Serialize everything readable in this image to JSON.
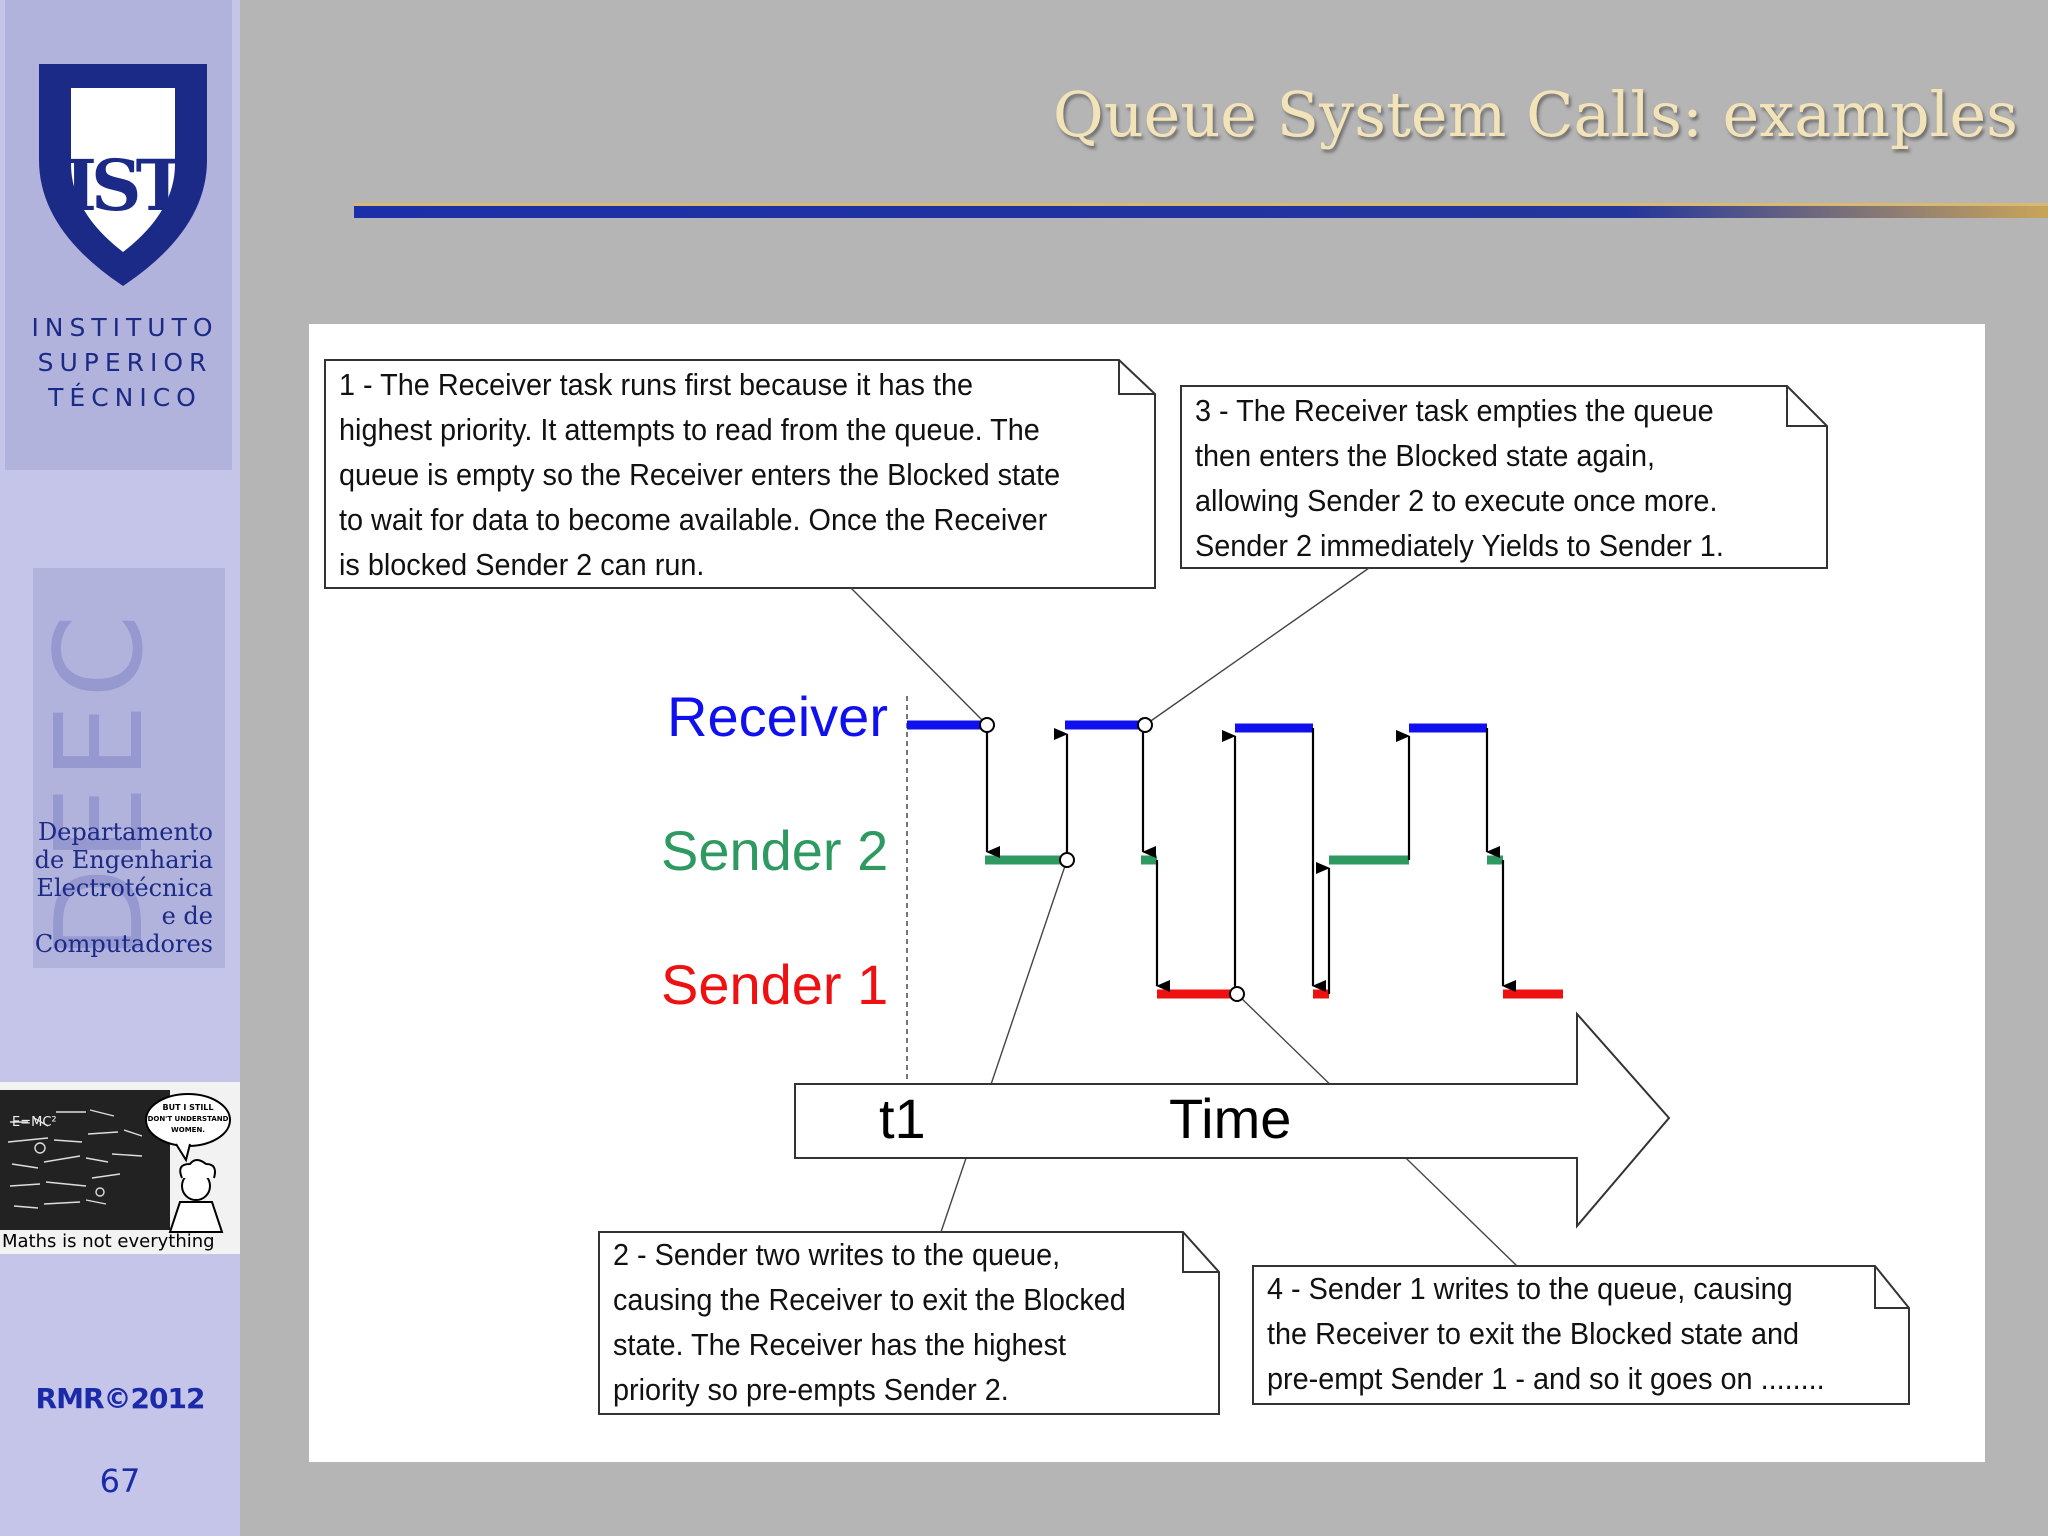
{
  "slide": {
    "title": "Queue System Calls: examples",
    "page_number": "67",
    "copyright": "RMR©2012"
  },
  "sidebar": {
    "institute_lines": [
      "INSTITUTO",
      "SUPERIOR",
      "TÉCNICO"
    ],
    "logo_letters": "IST",
    "department_acronym": "DEEC",
    "department_lines": [
      "Departamento",
      "de Engenharia",
      "Electrotécnica",
      "e de",
      "Computadores"
    ],
    "cartoon_speech": [
      "BUT I STILL",
      "DON'T UNDERSTAND",
      "WOMEN."
    ],
    "cartoon_caption": "Maths is not everything"
  },
  "diagram": {
    "lanes": {
      "receiver": "Receiver",
      "sender2": "Sender 2",
      "sender1": "Sender 1"
    },
    "lane_colors": {
      "receiver": "#1010ee",
      "sender2": "#2e9a62",
      "sender1": "#ee1111"
    },
    "time_marker": "t1",
    "time_label": "Time",
    "callouts": [
      {
        "id": "1",
        "lines": [
          "1 - The Receiver task runs first because it has the",
          "highest priority.  It attempts to read from the queue.  The",
          "queue is empty so the Receiver enters the Blocked state",
          "to wait for data to become available.  Once the Receiver",
          "is blocked Sender 2 can run."
        ]
      },
      {
        "id": "2",
        "lines": [
          "2 - Sender two writes to the queue,",
          "causing the Receiver to exit the Blocked",
          "state.  The Receiver has the highest",
          "priority so pre-empts Sender 2."
        ]
      },
      {
        "id": "3",
        "lines": [
          "3 - The Receiver task empties the queue",
          "then enters the Blocked state again,",
          "allowing Sender 2 to execute once more.",
          "Sender 2 immediately Yields to Sender 1."
        ]
      },
      {
        "id": "4",
        "lines": [
          "4 - Sender 1 writes to the queue, causing",
          "the Receiver to exit the Blocked state and",
          "pre-empt Sender 1 - and so it goes on ........"
        ]
      }
    ]
  }
}
